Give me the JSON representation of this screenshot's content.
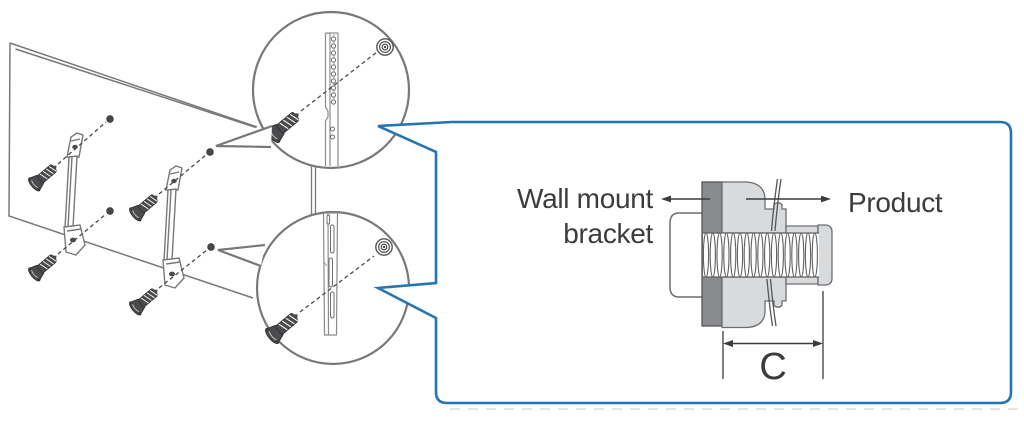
{
  "labels": {
    "wall_mount_line1": "Wall mount",
    "wall_mount_line2": "bracket",
    "product": "Product",
    "dimension_c": "C"
  },
  "colors": {
    "accent_blue": "#2574B4",
    "line_gray": "#77787B",
    "label_text": "#3C3C3E",
    "bracket_plate_fill": "#8A8B8D",
    "product_housing_fill": "#D9DADC",
    "screw_fill": "#4A4B4D"
  }
}
